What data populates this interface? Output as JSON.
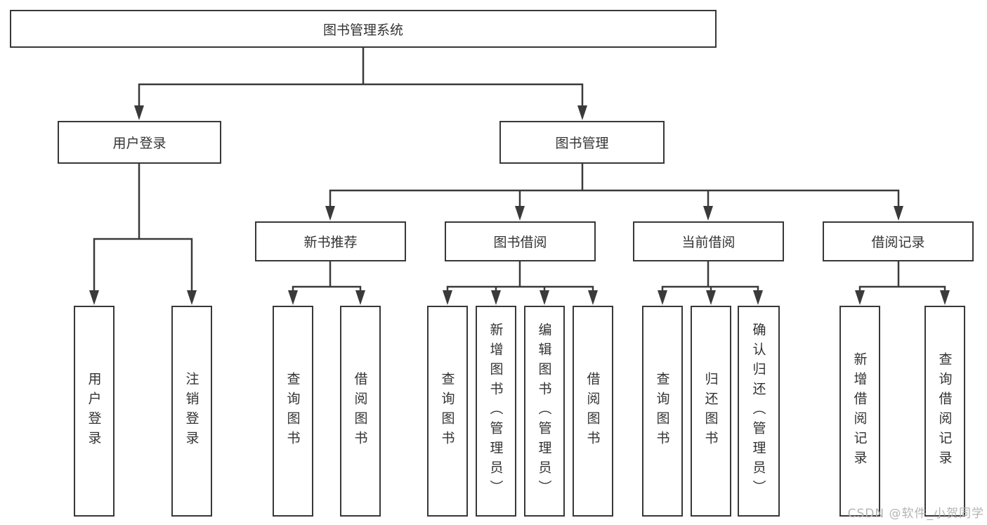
{
  "tree": {
    "root_label": "图书管理系统",
    "branches": {
      "user_login": {
        "label": "用户登录",
        "children": [
          "用户登录",
          "注销登录"
        ]
      },
      "book_management": {
        "label": "图书管理",
        "groups": {
          "new_book_recommend": {
            "label": "新书推荐",
            "children": [
              "查询图书",
              "借阅图书"
            ]
          },
          "book_borrow": {
            "label": "图书借阅",
            "children": [
              "查询图书",
              "新增图书（管理员）",
              "编辑图书（管理员）",
              "借阅图书"
            ]
          },
          "current_borrow": {
            "label": "当前借阅",
            "children": [
              "查询图书",
              "归还图书",
              "确认归还（管理员）"
            ]
          },
          "borrow_records": {
            "label": "借阅记录",
            "children": [
              "新增借阅记录",
              "查询借阅记录"
            ]
          }
        }
      }
    }
  },
  "watermark": "CSDN @软件_小贺同学",
  "colors": {
    "line": "#3a3a3a",
    "box_border": "#383838",
    "text": "#333333",
    "watermark_text": "#b4b4b4",
    "background": "#ffffff"
  }
}
